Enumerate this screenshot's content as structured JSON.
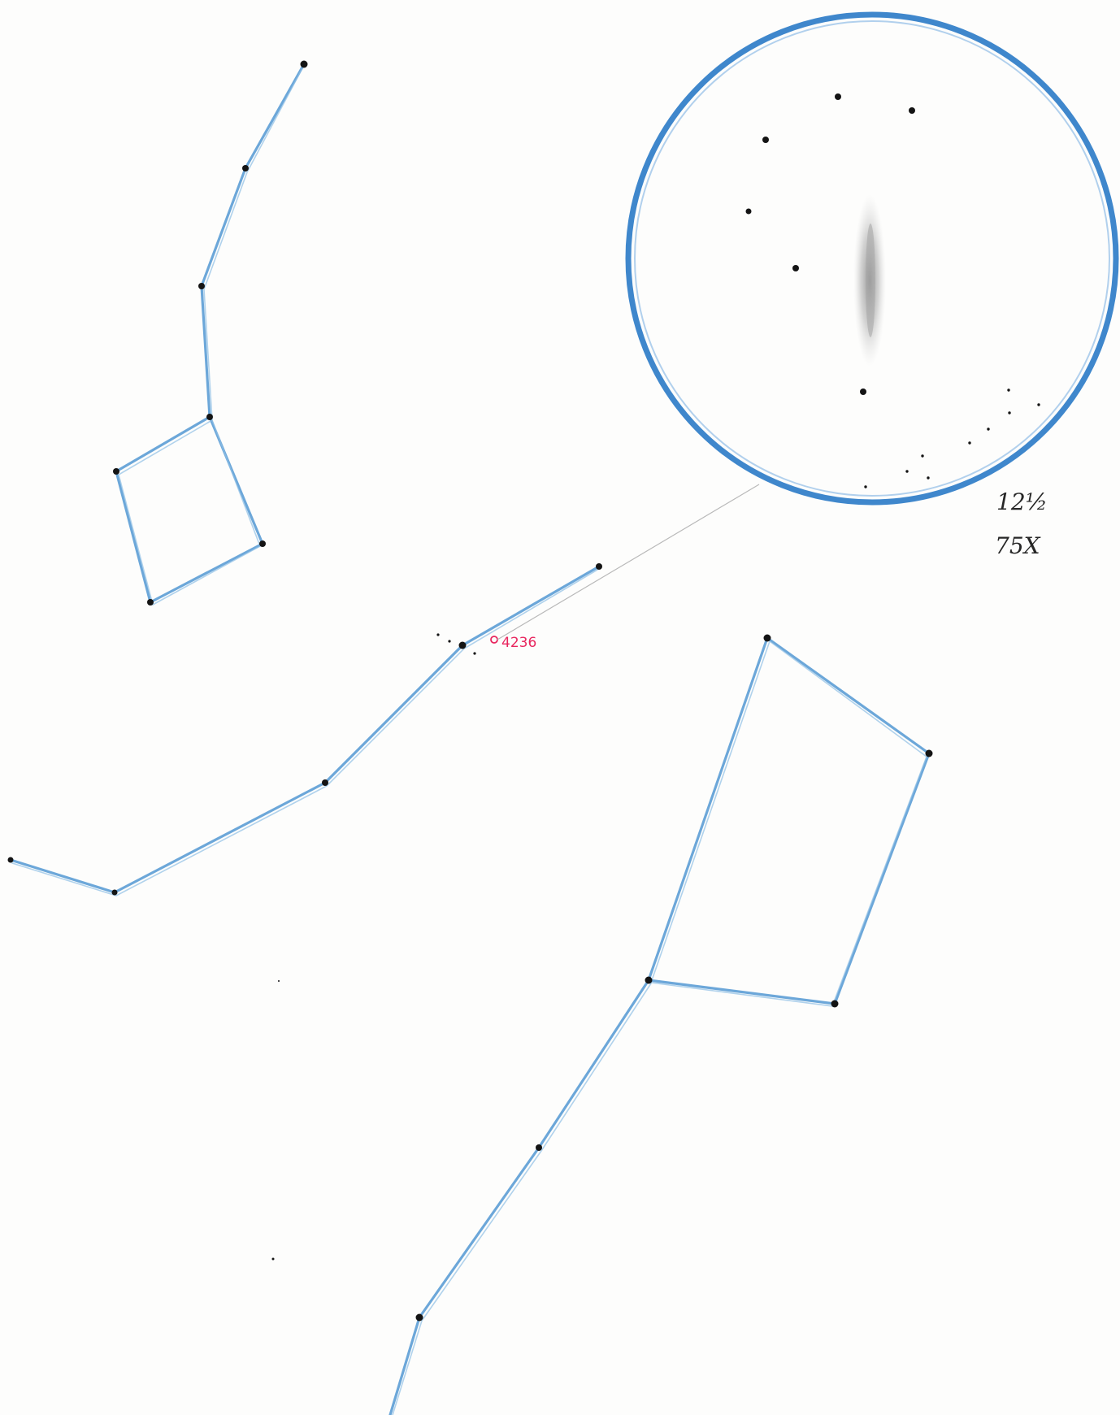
{
  "object_label": "4236",
  "telescope_note": "12½",
  "magnification_note": "75X",
  "colors": {
    "paper": "#fdfdfc",
    "pencil_blue": "#5f9fd6",
    "eyepiece_circle": "#3f87cc",
    "object_marker_pink": "#e8265e",
    "stars": "#141414"
  }
}
